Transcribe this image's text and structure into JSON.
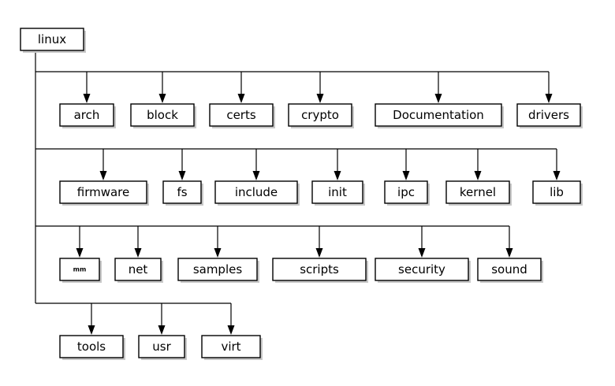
{
  "root": {
    "label": "linux"
  },
  "rows": [
    {
      "children": [
        "arch",
        "block",
        "certs",
        "crypto",
        "Documentation",
        "drivers"
      ]
    },
    {
      "children": [
        "firmware",
        "fs",
        "include",
        "init",
        "ipc",
        "kernel",
        "lib"
      ]
    },
    {
      "children": [
        "mm",
        "net",
        "samples",
        "scripts",
        "security",
        "sound"
      ]
    },
    {
      "children": [
        "tools",
        "usr",
        "virt"
      ]
    }
  ]
}
